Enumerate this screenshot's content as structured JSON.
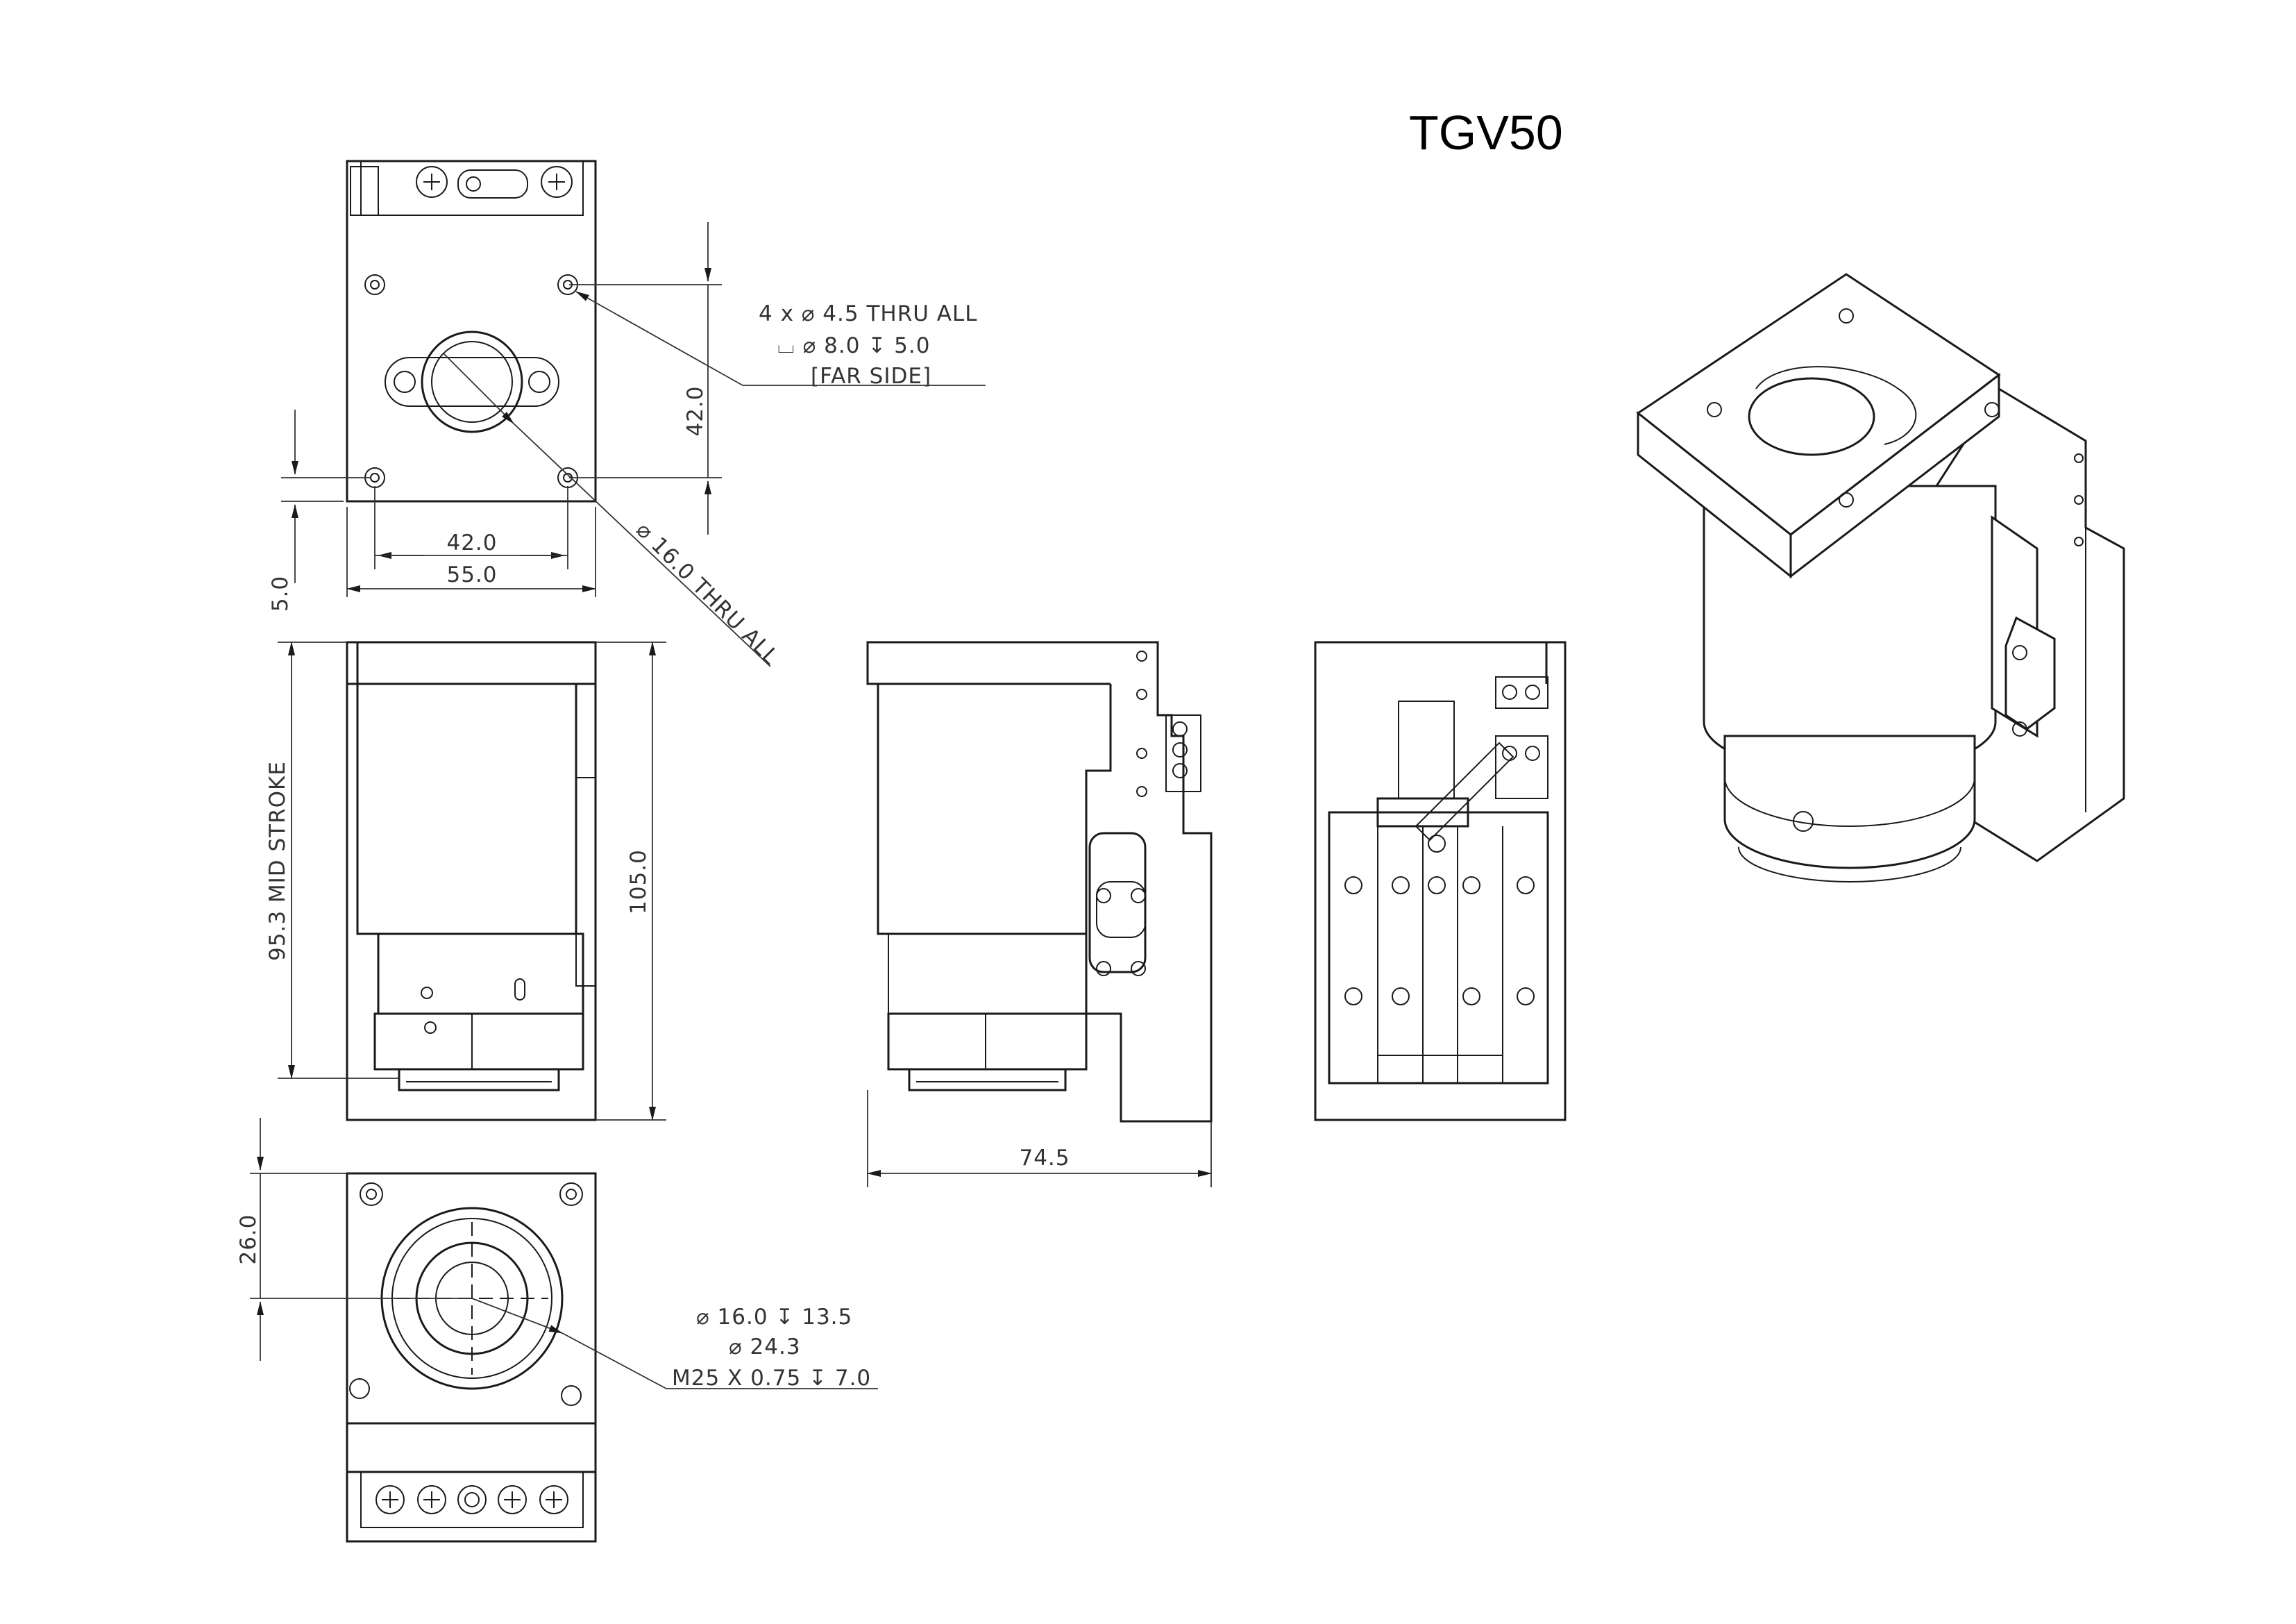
{
  "title": "TGV50",
  "dimensions": {
    "hole_note_line1": "4 x ⌀ 4.5 THRU ALL",
    "hole_note_line2": "⌴ ⌀ 8.0 ↧ 5.0",
    "hole_note_line3": "[FAR SIDE]",
    "top_vertical": "42.0",
    "top_h_inner": "42.0",
    "top_h_outer": "55.0",
    "top_offset": "5.0",
    "center_hole": "⌀ 16.0 THRU ALL",
    "mid_stroke": "95.3 MID STROKE",
    "total_height": "105.0",
    "side_width": "74.5",
    "bottom_vertical": "26.0",
    "bottom_note_line1": "⌀ 16.0 ↧ 13.5",
    "bottom_note_line2": "⌀ 24.3",
    "bottom_note_line3": "M25 X 0.75 ↧ 7.0"
  }
}
